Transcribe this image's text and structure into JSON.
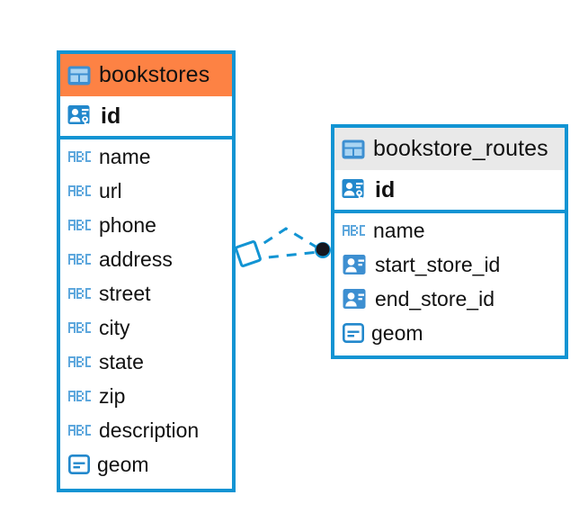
{
  "diagram": {
    "type": "entity-relationship-diagram",
    "accent_color": "#1294d3",
    "highlight_color": "#fd8244",
    "header_bg_color": "#e9e9e9",
    "background_color": "#ffffff"
  },
  "entities": [
    {
      "name": "bookstores",
      "title": "bookstores",
      "header_icon": "table-icon",
      "selected": true,
      "header_bg": "#fd8244",
      "primary_key": {
        "label": "id",
        "icon": "primary-key-icon"
      },
      "fields": [
        {
          "label": "name",
          "icon": "abc-text-icon"
        },
        {
          "label": "url",
          "icon": "abc-text-icon"
        },
        {
          "label": "phone",
          "icon": "abc-text-icon"
        },
        {
          "label": "address",
          "icon": "abc-text-icon"
        },
        {
          "label": "street",
          "icon": "abc-text-icon"
        },
        {
          "label": "city",
          "icon": "abc-text-icon"
        },
        {
          "label": "state",
          "icon": "abc-text-icon"
        },
        {
          "label": "zip",
          "icon": "abc-text-icon"
        },
        {
          "label": "description",
          "icon": "abc-text-icon"
        },
        {
          "label": "geom",
          "icon": "geometry-icon"
        }
      ]
    },
    {
      "name": "bookstore_routes",
      "title": "bookstore_routes",
      "header_icon": "table-icon",
      "selected": false,
      "header_bg": "#e9e9e9",
      "primary_key": {
        "label": "id",
        "icon": "primary-key-icon"
      },
      "fields": [
        {
          "label": "name",
          "icon": "abc-text-icon"
        },
        {
          "label": "start_store_id",
          "icon": "foreign-key-icon"
        },
        {
          "label": "end_store_id",
          "icon": "foreign-key-icon"
        },
        {
          "label": "geom",
          "icon": "geometry-icon"
        }
      ]
    }
  ],
  "relationships": [
    {
      "name": "start-store-relationship",
      "from_entity": "bookstores",
      "to_entity": "bookstore_routes",
      "style": "dashed",
      "source_marker": "diamond",
      "target_marker": "filled-circle"
    },
    {
      "name": "end-store-relationship",
      "from_entity": "bookstores",
      "to_entity": "bookstore_routes",
      "style": "dashed",
      "source_marker": "diamond",
      "target_marker": "filled-circle"
    }
  ]
}
